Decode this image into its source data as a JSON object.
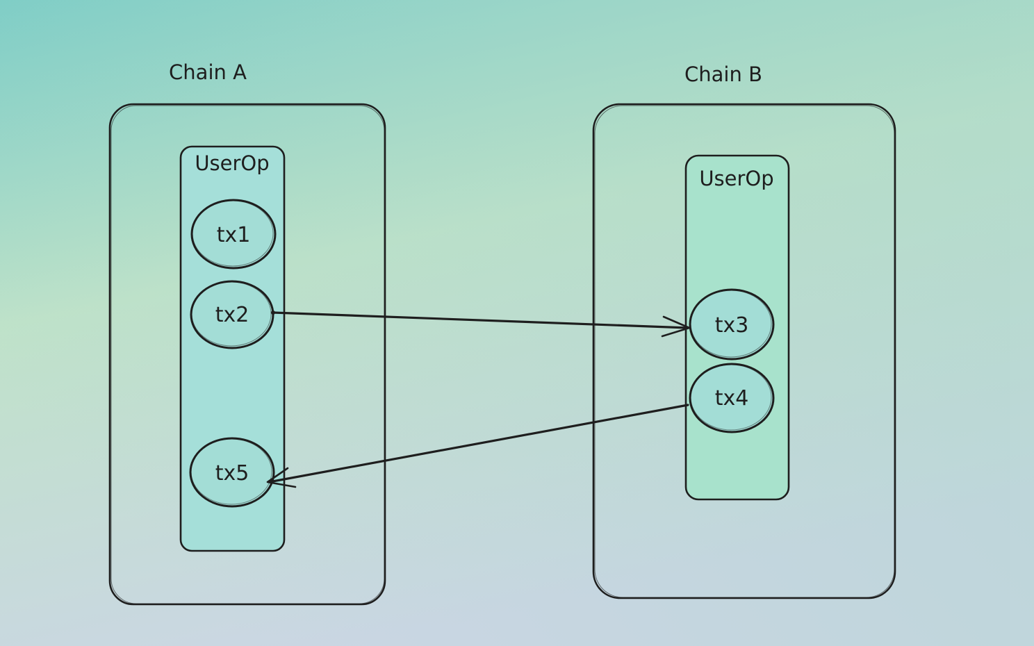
{
  "colors": {
    "background_top": "#7ecfc7",
    "background_mid": "#c4e3c8",
    "background_bottom": "#c9d7e6",
    "stroke": "#1e1e1e",
    "userop_fill": "#a5dfd9",
    "userop_b_fill": "#a8e2cc",
    "tx_fill": "#a3ddd6"
  },
  "chains": [
    {
      "label": "Chain A",
      "userop": {
        "label": "UserOp",
        "transactions": [
          "tx1",
          "tx2",
          "tx5"
        ]
      }
    },
    {
      "label": "Chain B",
      "userop": {
        "label": "UserOp",
        "transactions": [
          "tx3",
          "tx4"
        ]
      }
    }
  ],
  "edges": [
    {
      "from": "tx2",
      "to": "tx3"
    },
    {
      "from": "tx4",
      "to": "tx5"
    }
  ]
}
